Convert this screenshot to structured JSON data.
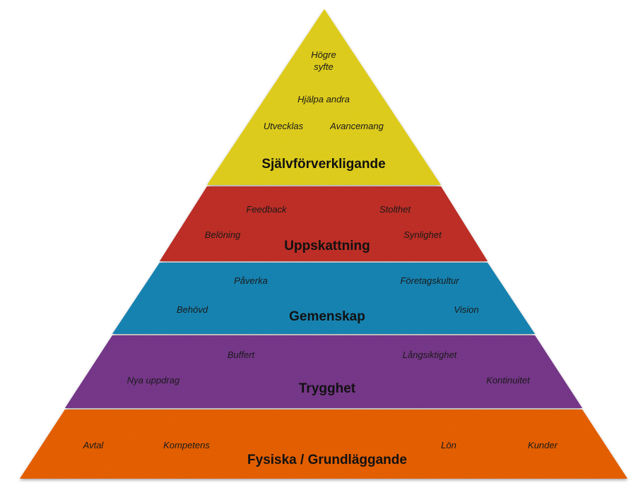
{
  "levels": [
    {
      "title": "Självförverkligande",
      "color": "#e6d424",
      "items": [
        "Högre",
        "syfte",
        "Hjälpa andra",
        "Utvecklas",
        "Avancemang"
      ]
    },
    {
      "title": "Uppskattning",
      "color": "#c4302b",
      "items": [
        "Feedback",
        "Stolthet",
        "Belöning",
        "Synlighet"
      ]
    },
    {
      "title": "Gemenskap",
      "color": "#1f88b8",
      "items": [
        "Påverka",
        "Företagskultur",
        "Behövd",
        "Vision"
      ]
    },
    {
      "title": "Trygghet",
      "color": "#7a3a8e",
      "items": [
        "Buffert",
        "Långsiktighet",
        "Nya uppdrag",
        "Kontinuitet"
      ]
    },
    {
      "title": "Fysiska / Grundläggande",
      "color": "#ec6409",
      "items": [
        "Avtal",
        "Kompetens",
        "Lön",
        "Kunder"
      ]
    }
  ]
}
